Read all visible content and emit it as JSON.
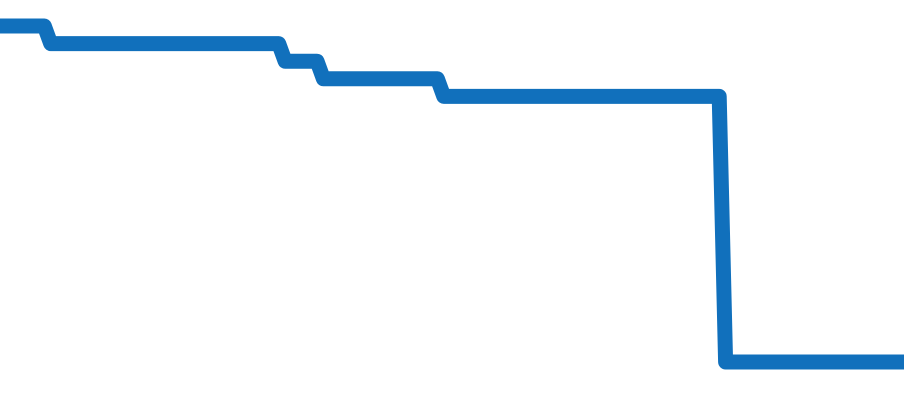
{
  "chart_data": {
    "type": "line",
    "step": true,
    "title": "",
    "xlabel": "",
    "ylabel": "",
    "grid": false,
    "legend": "none",
    "series": [
      {
        "color": "#1170bc",
        "points": [
          {
            "x": 0.0,
            "y": 0.96
          },
          {
            "x": 0.053,
            "y": 0.96
          },
          {
            "x": 0.06,
            "y": 0.916
          },
          {
            "x": 0.31,
            "y": 0.916
          },
          {
            "x": 0.317,
            "y": 0.872
          },
          {
            "x": 0.352,
            "y": 0.872
          },
          {
            "x": 0.359,
            "y": 0.828
          },
          {
            "x": 0.484,
            "y": 0.828
          },
          {
            "x": 0.491,
            "y": 0.784
          },
          {
            "x": 0.793,
            "y": 0.784
          },
          {
            "x": 0.8,
            "y": 0.12
          },
          {
            "x": 1.0,
            "y": 0.12
          }
        ]
      }
    ]
  }
}
